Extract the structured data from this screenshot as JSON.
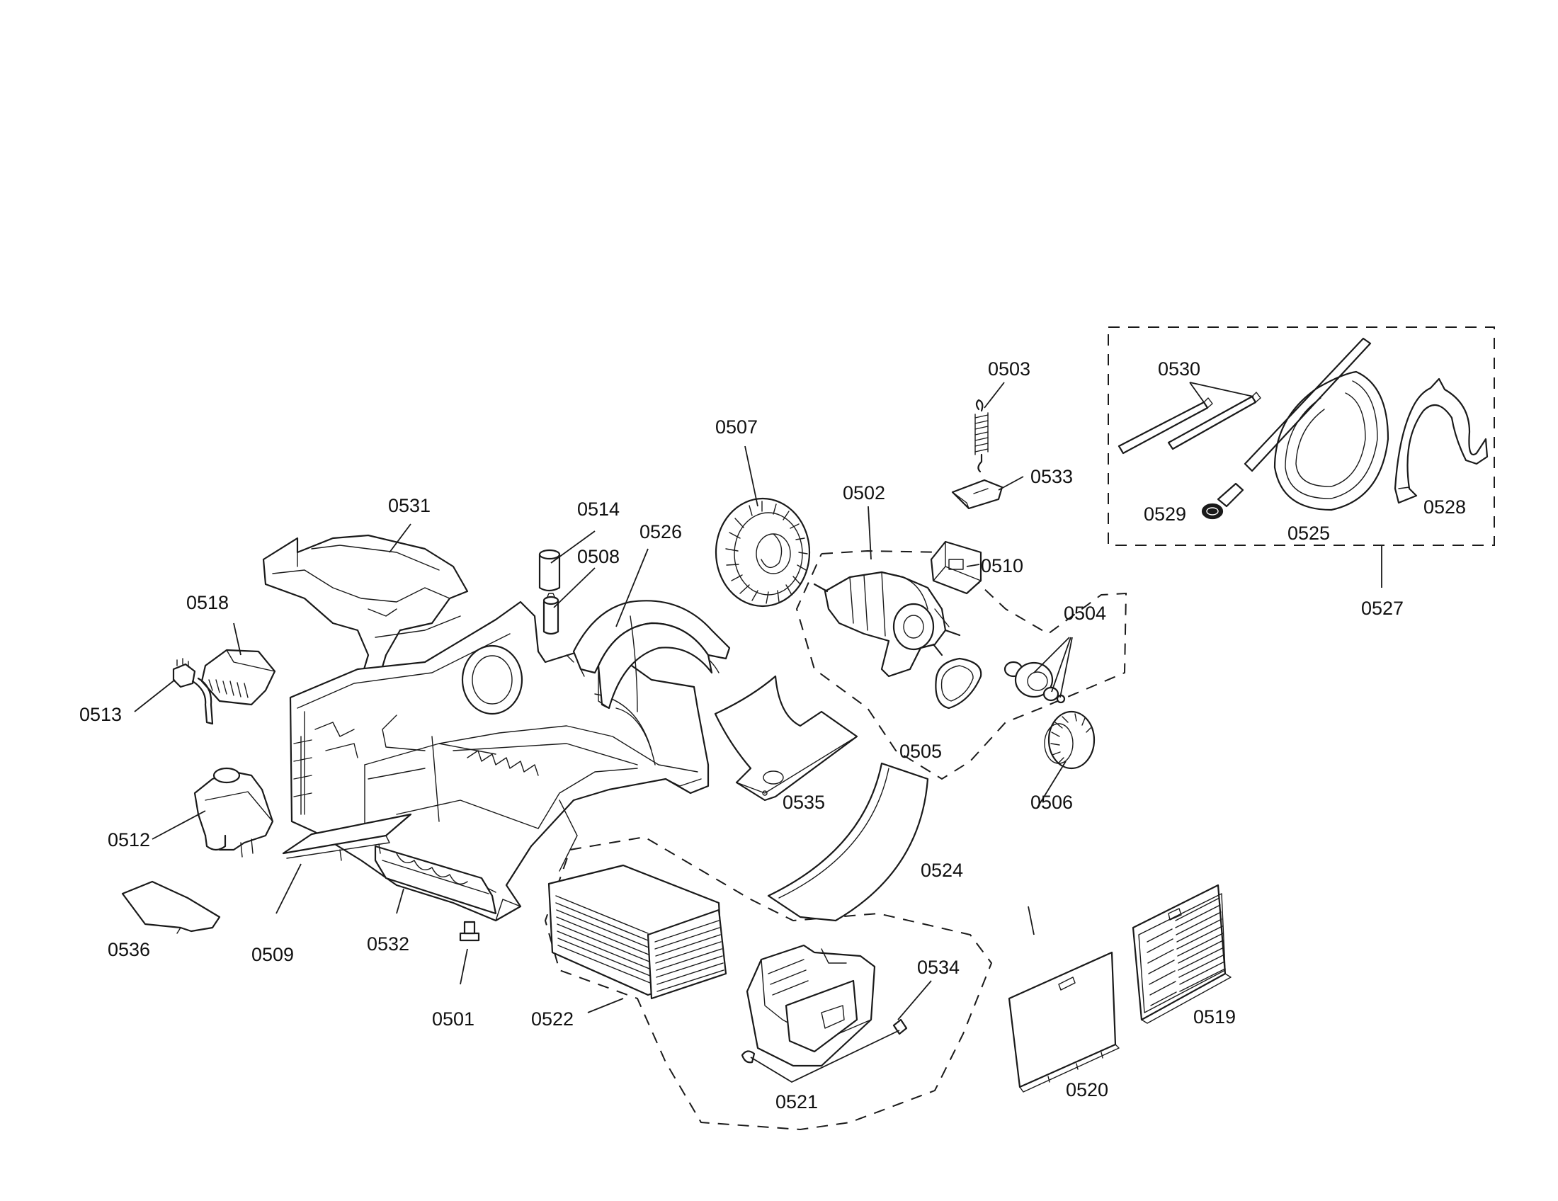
{
  "labels": {
    "p0501": "0501",
    "p0502": "0502",
    "p0503": "0503",
    "p0504": "0504",
    "p0505": "0505",
    "p0506": "0506",
    "p0507": "0507",
    "p0508": "0508",
    "p0509": "0509",
    "p0510": "0510",
    "p0512": "0512",
    "p0513": "0513",
    "p0514": "0514",
    "p0518": "0518",
    "p0519": "0519",
    "p0520": "0520",
    "p0521": "0521",
    "p0522": "0522",
    "p0524": "0524",
    "p0525": "0525",
    "p0526": "0526",
    "p0527": "0527",
    "p0528": "0528",
    "p0529": "0529",
    "p0530": "0530",
    "p0531": "0531",
    "p0532": "0532",
    "p0533": "0533",
    "p0534": "0534",
    "p0535": "0535",
    "p0536": "0536"
  },
  "colors": {
    "ink": "#1a1a1a",
    "background": "#ffffff"
  }
}
